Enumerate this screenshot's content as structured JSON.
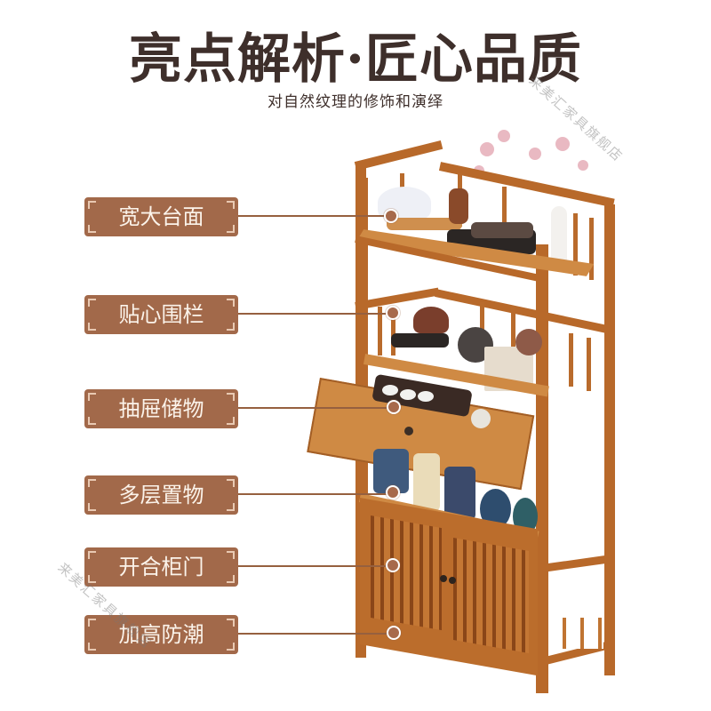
{
  "header": {
    "title": "亮点解析·匠心品质",
    "subtitle": "对自然纹理的修饰和演绎"
  },
  "watermark": {
    "text": "来美汇家具旗舰店"
  },
  "features": [
    {
      "label": "宽大台面",
      "target": "top-shelf"
    },
    {
      "label": "贴心围栏",
      "target": "guard-rail"
    },
    {
      "label": "抽屉储物",
      "target": "drawer"
    },
    {
      "label": "多层置物",
      "target": "middle-shelf"
    },
    {
      "label": "开合柜门",
      "target": "cabinet-doors"
    },
    {
      "label": "加高防潮",
      "target": "raised-legs"
    }
  ],
  "colors": {
    "title_text": "#3e2f2b",
    "label_bg": "#a2694a",
    "label_text": "#fbf3ea",
    "leader_line": "#96603f",
    "wood": "#b8692a"
  }
}
